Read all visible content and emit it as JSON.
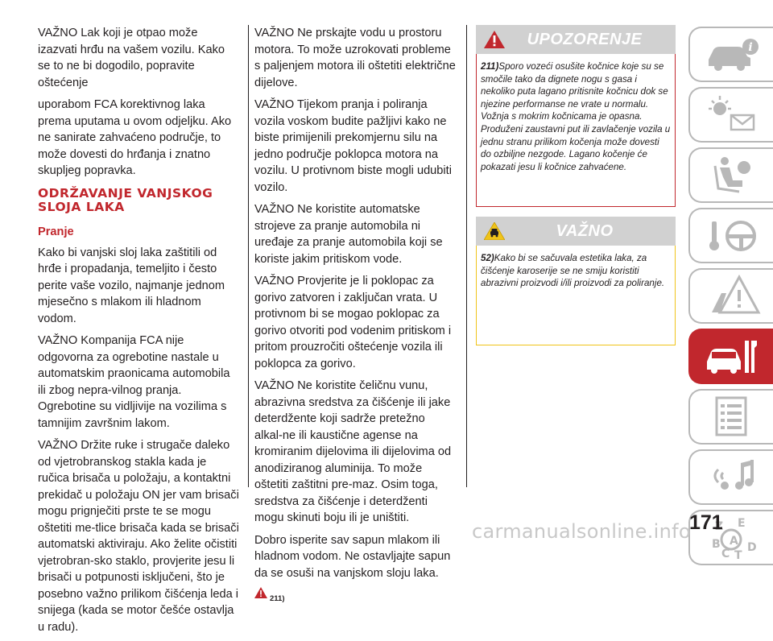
{
  "column1": {
    "p1": "VAŽNO Lak koji je otpao može izazvati hrđu na vašem vozilu. Kako se to ne bi dogodilo, popravite oštećenje",
    "p2": "uporabom FCA korektivnog laka prema uputama u ovom odjeljku. Ako ne sanirate zahvaćeno područje, to može dovesti do hrđanja i znatno skupljeg popravka.",
    "section_title": "ODRŽAVANJE VANJSKOG SLOJA LAKA",
    "subtitle": "Pranje",
    "p3": "Kako bi vanjski sloj laka zaštitili od hrđe i propadanja, temeljito i često perite vaše vozilo, najmanje jednom mjesečno s mlakom ili hladnom vodom.",
    "p4": "VAŽNO Kompanija FCA nije odgovorna za ogrebotine nastale u automatskim praonicama automobila ili zbog nepra-vilnog pranja. Ogrebotine su vidljivije na vozilima s tamnijim završnim lakom.",
    "p5": "VAŽNO Držite ruke i strugače daleko od vjetrobranskog stakla kada je ručica brisača u položaju, a kontaktni prekidač u položaju ON jer vam brisači mogu prignječiti prste te se mogu oštetiti me-tlice brisača kada se brisači automatski aktiviraju. Ako želite očistiti vjetrobran-sko staklo, provjerite jesu li brisači u potpunosti isključeni, što je posebno važno prilikom čišćenja leda i snijega (kada se motor češće ostavlja u radu)."
  },
  "column2": {
    "p1": "VAŽNO Ne prskajte vodu u prostoru motora. To može uzrokovati probleme s paljenjem motora ili oštetiti električne dijelove.",
    "p2": "VAŽNO Tijekom pranja i poliranja vozila voskom budite pažljivi kako ne biste primijenili prekomjernu silu na jedno područje poklopca motora na vozilu. U protivnom biste mogli udubiti vozilo.",
    "p3": "VAŽNO Ne koristite automatske strojeve za pranje automobila ni uređaje za pranje automobila koji se koriste jakim pritiskom vode.",
    "p4": "VAŽNO Provjerite je li poklopac za gorivo zatvoren i zaključan vrata. U protivnom bi se mogao poklopac za gorivo otvoriti pod vodenim pritiskom i pritom prouzročiti oštećenje vozila ili poklopca za gorivo.",
    "p5": "VAŽNO Ne koristite čeličnu vunu, abrazivna sredstva za čišćenje ili jake deterdžente koji sadrže pretežno alkal-ne ili kaustične agense na kromiranim dijelovima ili dijelovima od anodiziranog aluminija. To može oštetiti zaštitni pre-maz. Osim toga, sredstva za čišćenje i deterdženti mogu skinuti boju ili je uništiti.",
    "p6": "Dobro isperite sav sapun mlakom ili hladnom vodom. Ne ostavljajte sapun da se osuši na vanjskom sloju laka.",
    "ref": "211)"
  },
  "warning_box": {
    "title": "UPOZORENJE",
    "number": "211)",
    "text": "Sporo vozeći osušite kočnice koje su se smočile tako da dignete nogu s gasa i nekoliko puta lagano pritisnite kočnicu dok se njezine performanse ne vrate u normalu. Vožnja s mokrim kočnicama je opasna. Produženi zaustavni put ili zavlačenje vozila u jednu stranu prilikom kočenja može dovesti do ozbiljne nezgode. Lagano kočenje će pokazati jesu li kočnice zahvaćene."
  },
  "note_box": {
    "title": "VAŽNO",
    "number": "52)",
    "text": "Kako bi se sačuvala estetika laka, za čišćenje karoserije se ne smiju koristiti abrazivni proizvodi i/ili proizvodi za poliranje."
  },
  "sidebar": {
    "tabs": [
      {
        "icon": "car-info-icon",
        "active": false
      },
      {
        "icon": "dashboard-lights-icon",
        "active": false
      },
      {
        "icon": "seat-airbag-icon",
        "active": false
      },
      {
        "icon": "key-steering-wheel-icon",
        "active": false
      },
      {
        "icon": "warning-road-icon",
        "active": false
      },
      {
        "icon": "car-maintenance-icon",
        "active": true
      },
      {
        "icon": "specifications-icon",
        "active": false
      },
      {
        "icon": "multimedia-icon",
        "active": false
      },
      {
        "icon": "alphabetical-index-icon",
        "active": false
      }
    ]
  },
  "page_number": "171",
  "watermark": "carmanualsonline.info",
  "colors": {
    "accent_red": "#c1272d",
    "warning_yellow": "#f0c419",
    "header_gray": "#d1d1d1"
  }
}
